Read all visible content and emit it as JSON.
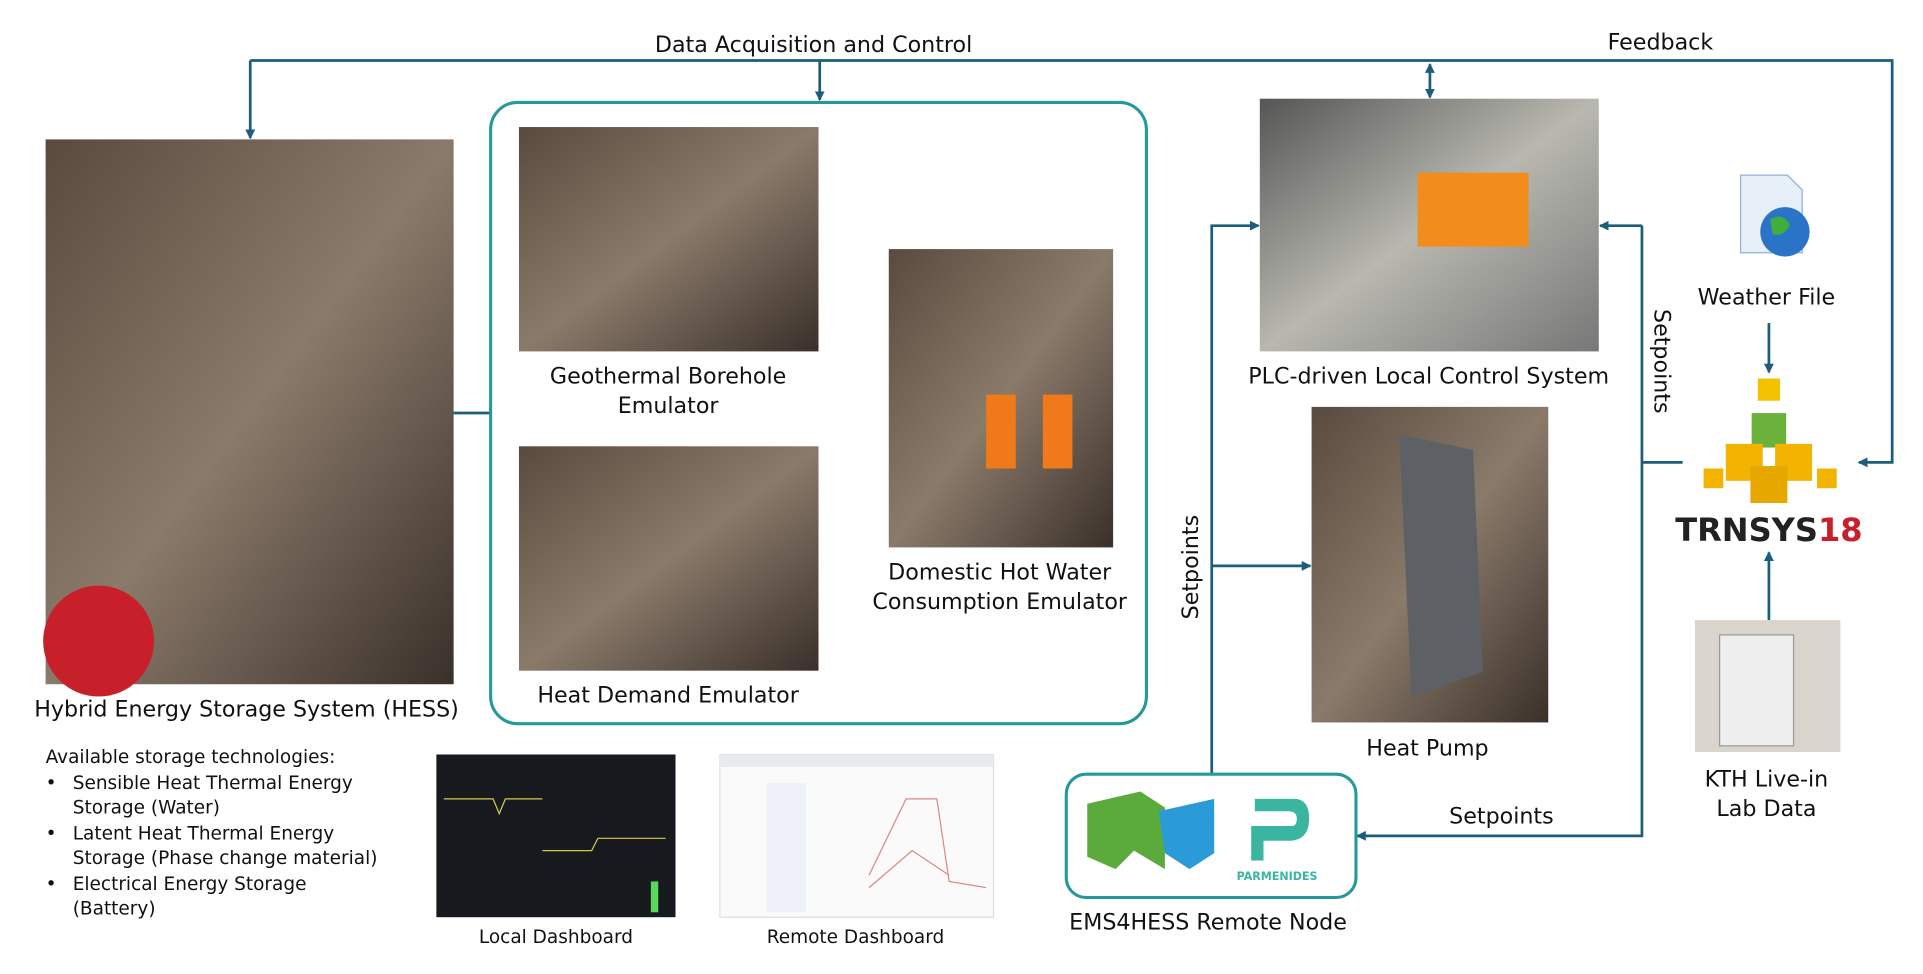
{
  "edges": {
    "data_acquisition": "Data Acquisition and Control",
    "feedback": "Feedback",
    "setpoints_left": "Setpoints",
    "setpoints_right": "Setpoints",
    "setpoints_bottom": "Setpoints"
  },
  "nodes": {
    "hess": "Hybrid Energy Storage System (HESS)",
    "geothermal": [
      "Geothermal Borehole",
      "Emulator"
    ],
    "heat_demand": "Heat Demand Emulator",
    "dhw": [
      "Domestic Hot Water",
      "Consumption Emulator"
    ],
    "plc": "PLC-driven Local Control System",
    "heat_pump": "Heat Pump",
    "weather": "Weather File",
    "trnsys": {
      "name": "TRNSYS",
      "version": "18"
    },
    "kth": [
      "KTH Live-in",
      "Lab Data"
    ],
    "ems": "EMS4HESS Remote Node",
    "parmenides": "PARMENIDES",
    "local_dashboard": "Local Dashboard",
    "remote_dashboard": "Remote Dashboard"
  },
  "storage": {
    "heading": "Available storage technologies:",
    "items": [
      [
        "Sensible Heat Thermal Energy",
        "Storage (Water)"
      ],
      [
        "Latent Heat Thermal Energy",
        "Storage (Phase change material)"
      ],
      [
        "Electrical Energy Storage",
        "(Battery)"
      ]
    ]
  },
  "colors": {
    "arrow": "#1d5d7c",
    "frame": "#25999a",
    "trnsys_red": "#c8202a"
  }
}
